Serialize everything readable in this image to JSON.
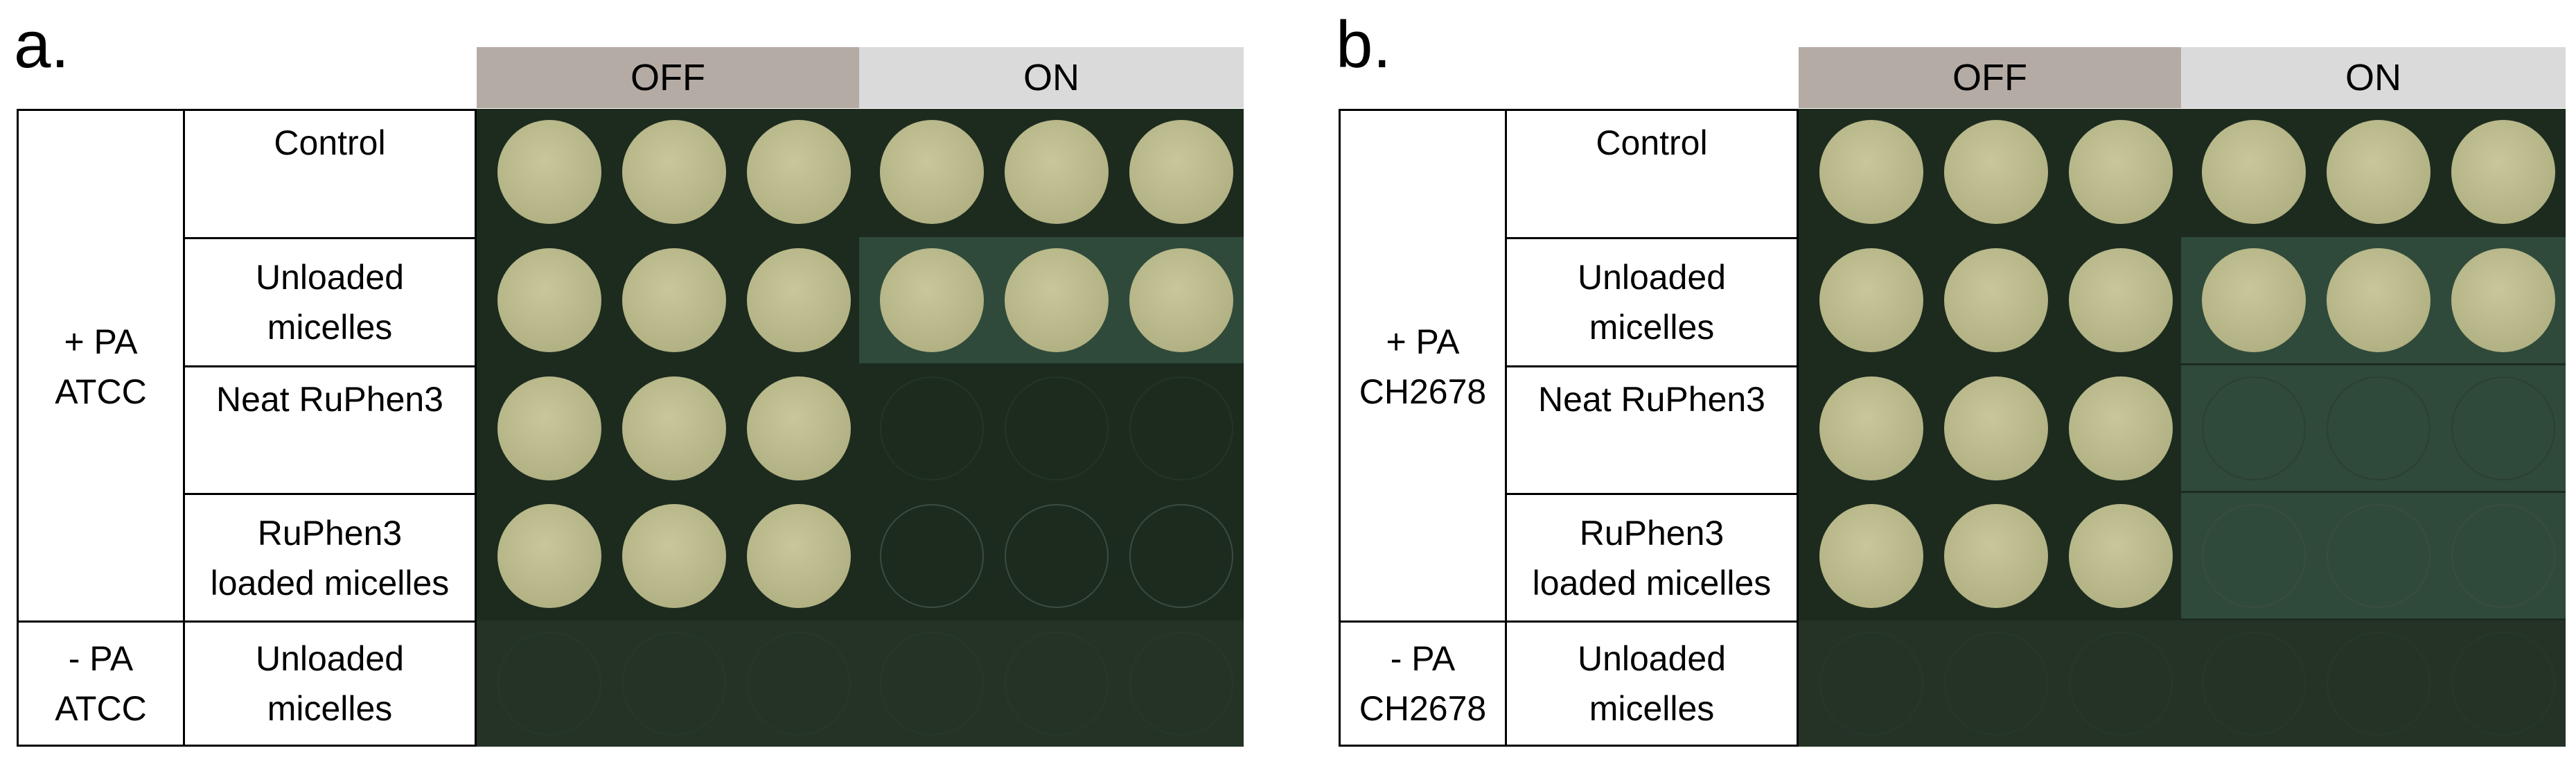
{
  "panels": [
    {
      "letter": "a.",
      "header_off": "OFF",
      "header_on": "ON",
      "group_plus": "+ PA\nATCC",
      "group_minus": "- PA\nATCC",
      "rows": [
        {
          "label": "Control",
          "off": "growth",
          "on": "growth"
        },
        {
          "label": "Unloaded\nmicelles",
          "off": "growth",
          "on": "growth"
        },
        {
          "label": "Neat RuPhen3",
          "off": "growth",
          "on": "none"
        },
        {
          "label": "RuPhen3\nloaded micelles",
          "off": "growth",
          "on": "faint"
        },
        {
          "label": "Unloaded\nmicelles",
          "off": "none",
          "on": "none"
        }
      ]
    },
    {
      "letter": "b.",
      "header_off": "OFF",
      "header_on": "ON",
      "group_plus": "+ PA\nCH2678",
      "group_minus": "- PA\nCH2678",
      "rows": [
        {
          "label": "Control",
          "off": "growth",
          "on": "growth"
        },
        {
          "label": "Unloaded\nmicelles",
          "off": "growth",
          "on": "growth"
        },
        {
          "label": "Neat RuPhen3",
          "off": "growth",
          "on": "none"
        },
        {
          "label": "RuPhen3\nloaded micelles",
          "off": "growth",
          "on": "faint"
        },
        {
          "label": "Unloaded\nmicelles",
          "off": "none",
          "on": "none"
        }
      ]
    }
  ],
  "colors": {
    "plate_dark": "#1c2b1e",
    "plate_light": "#2f4a3a",
    "colony": "#c8c79a",
    "colony_edge": "#a9a97c",
    "faint_ring": "#3a4c40",
    "header_off": "#b5aba5",
    "header_on": "#dadada"
  }
}
